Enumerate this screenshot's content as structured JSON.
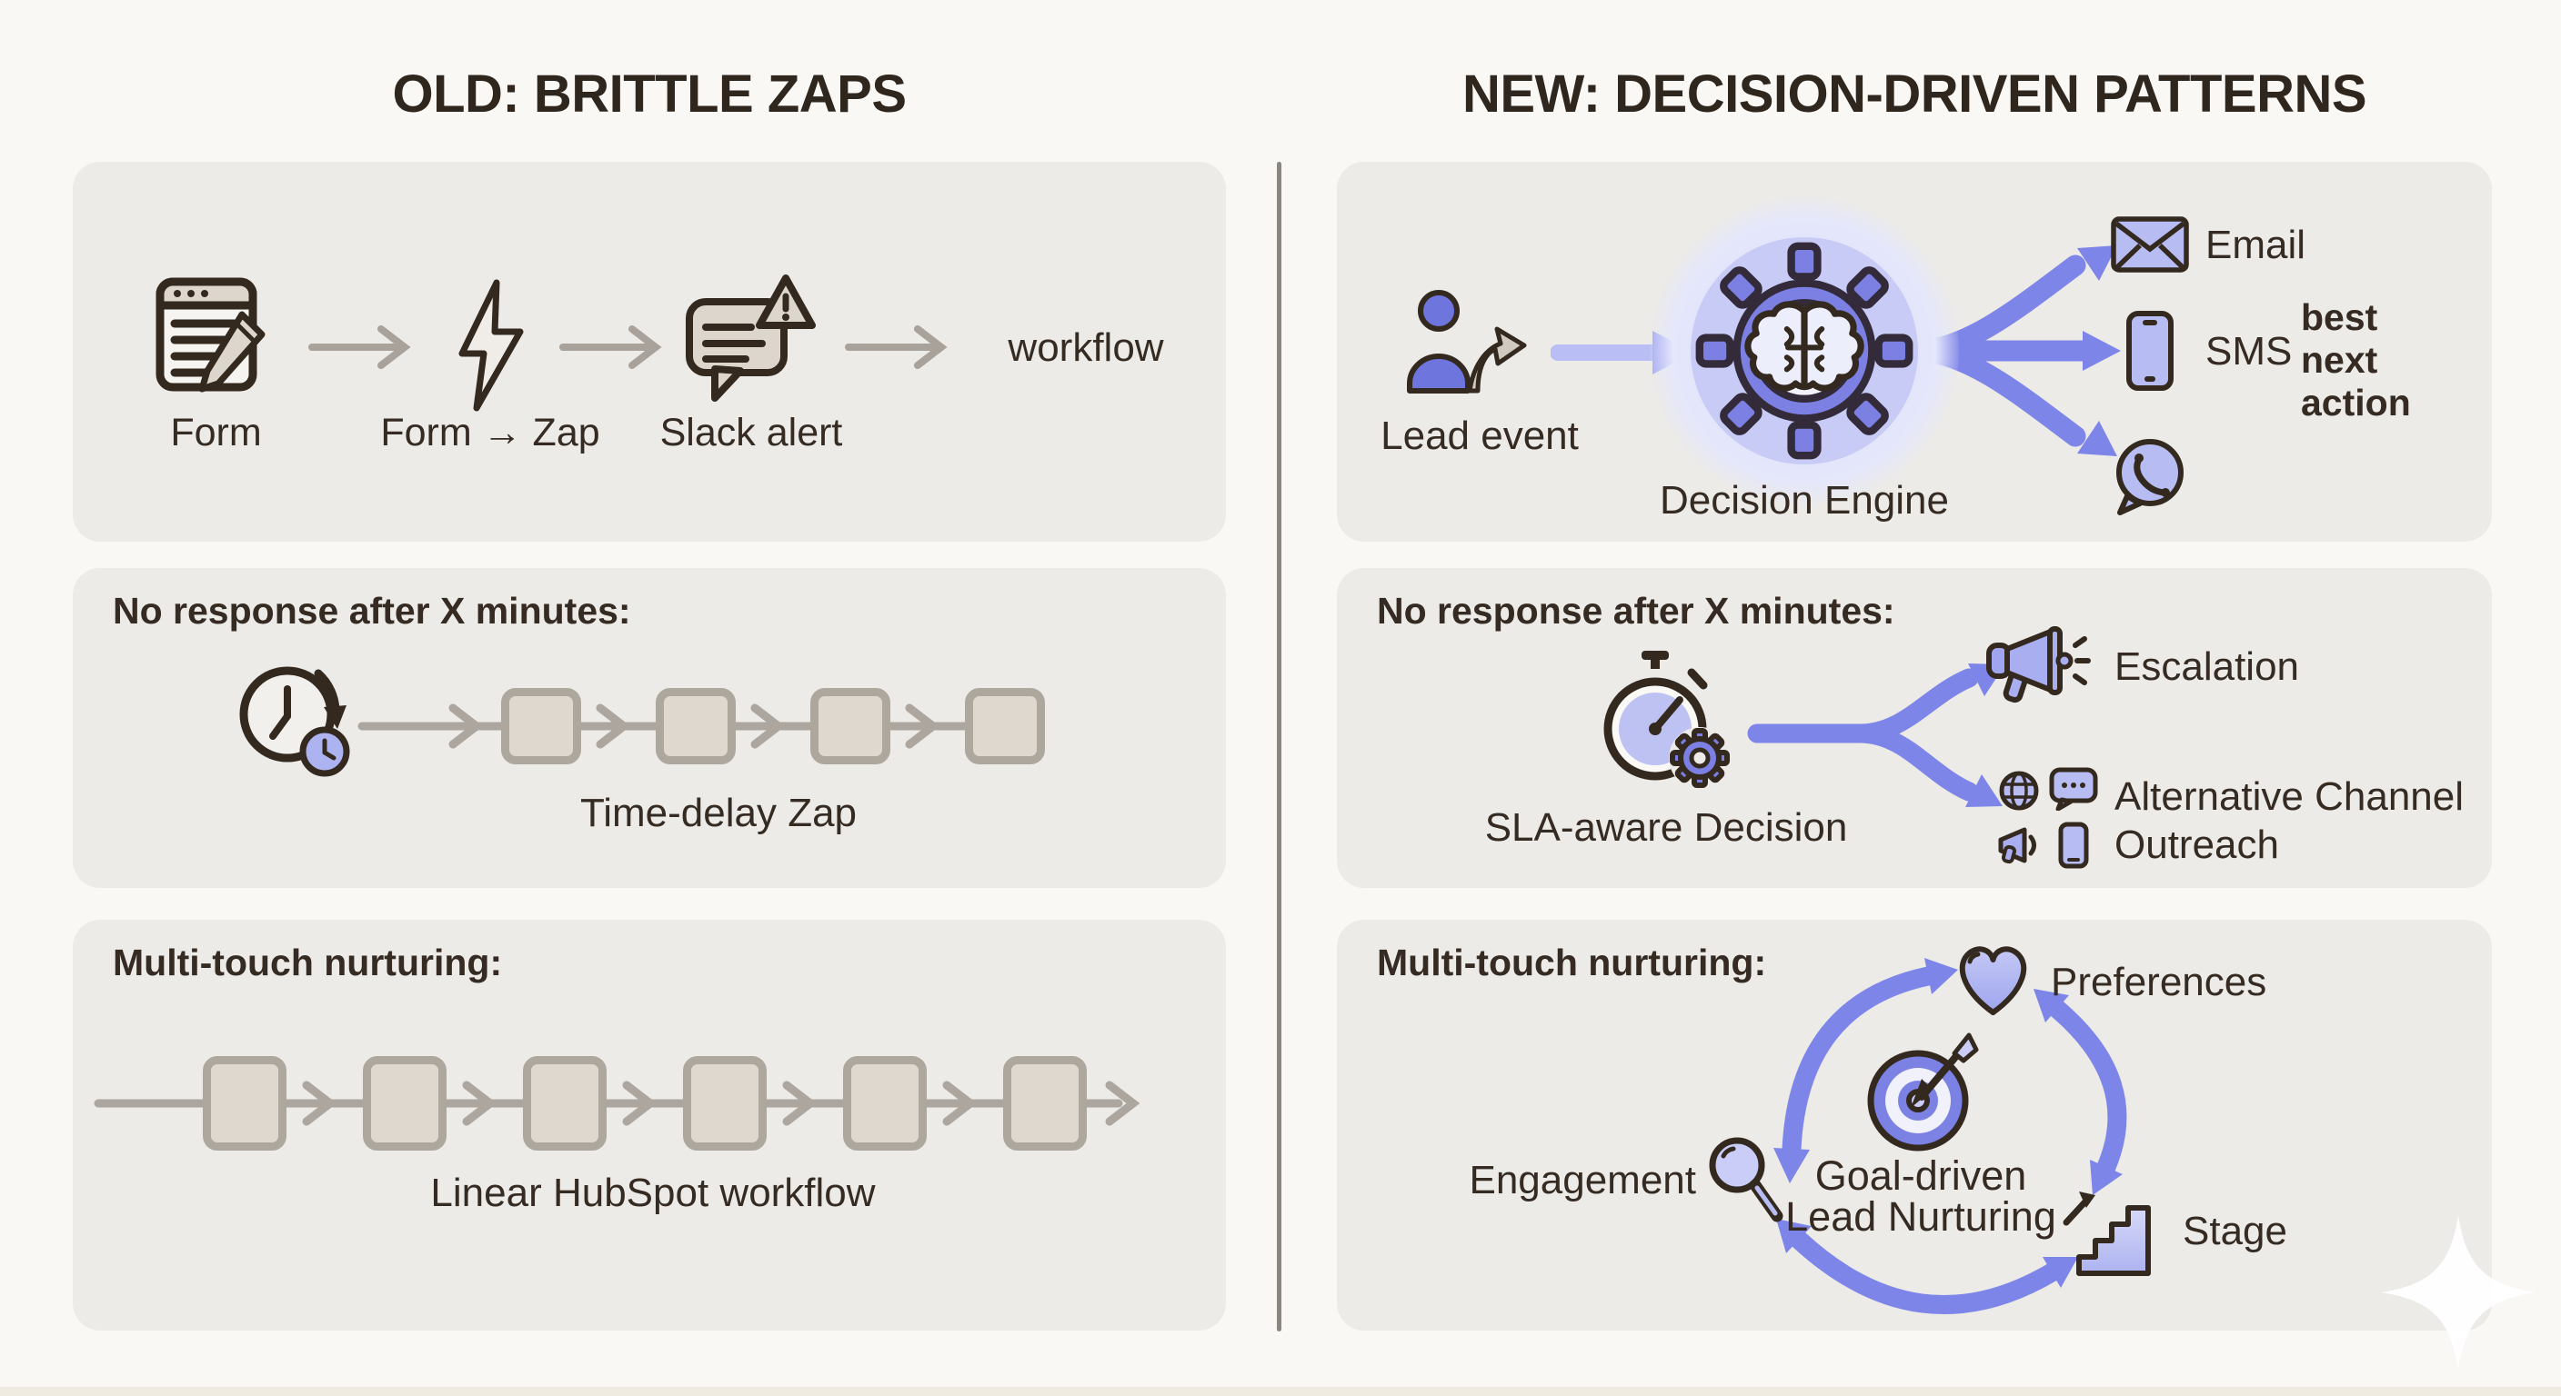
{
  "page": {
    "background": "#FAF8F5",
    "panel_bg": "#ECEBE8",
    "text_color": "#352B22",
    "accent_purple": "#6E76DE",
    "lavender": "#B7BCF2",
    "arrow_purple": "#7E85E8",
    "arrow_gray": "#A8A29A",
    "box_fill": "#DED8CF",
    "box_border": "#ADA79E"
  },
  "titles": {
    "left": "OLD: BRITTLE ZAPS",
    "right": "NEW: DECISION-DRIVEN PATTERNS"
  },
  "old": {
    "flow1": {
      "steps": [
        {
          "icon": "form-icon",
          "label": "Form"
        },
        {
          "icon": "zap-icon",
          "label": "Form → Zap"
        },
        {
          "icon": "slack-alert-icon",
          "label": "Slack alert"
        }
      ],
      "end_label": "workflow"
    },
    "flow2": {
      "heading": "No response after X minutes:",
      "icon": "clock-delay-icon",
      "box_count": 4,
      "caption": "Time-delay Zap"
    },
    "flow3": {
      "heading": "Multi-touch nurturing:",
      "box_count": 6,
      "caption": "Linear HubSpot workflow"
    }
  },
  "new": {
    "flow1": {
      "input_label": "Lead event",
      "engine_label": "Decision Engine",
      "channels": [
        {
          "icon": "email-icon",
          "label": "Email"
        },
        {
          "icon": "sms-icon",
          "label": "SMS"
        },
        {
          "icon": "whatsapp-icon",
          "label": ""
        }
      ],
      "annotation": [
        "best",
        "next",
        "action"
      ]
    },
    "flow2": {
      "heading": "No response after X minutes:",
      "decision_label": "SLA-aware Decision",
      "branch1": "Escalation",
      "branch2_line1": "Alternative Channel",
      "branch2_line2": "Outreach"
    },
    "flow3": {
      "heading": "Multi-touch nurturing:",
      "node_top": "Preferences",
      "node_left": "Engagement",
      "node_bottom": "Stage",
      "center_line1": "Goal-driven",
      "center_line2": "Lead Nurturing"
    }
  }
}
